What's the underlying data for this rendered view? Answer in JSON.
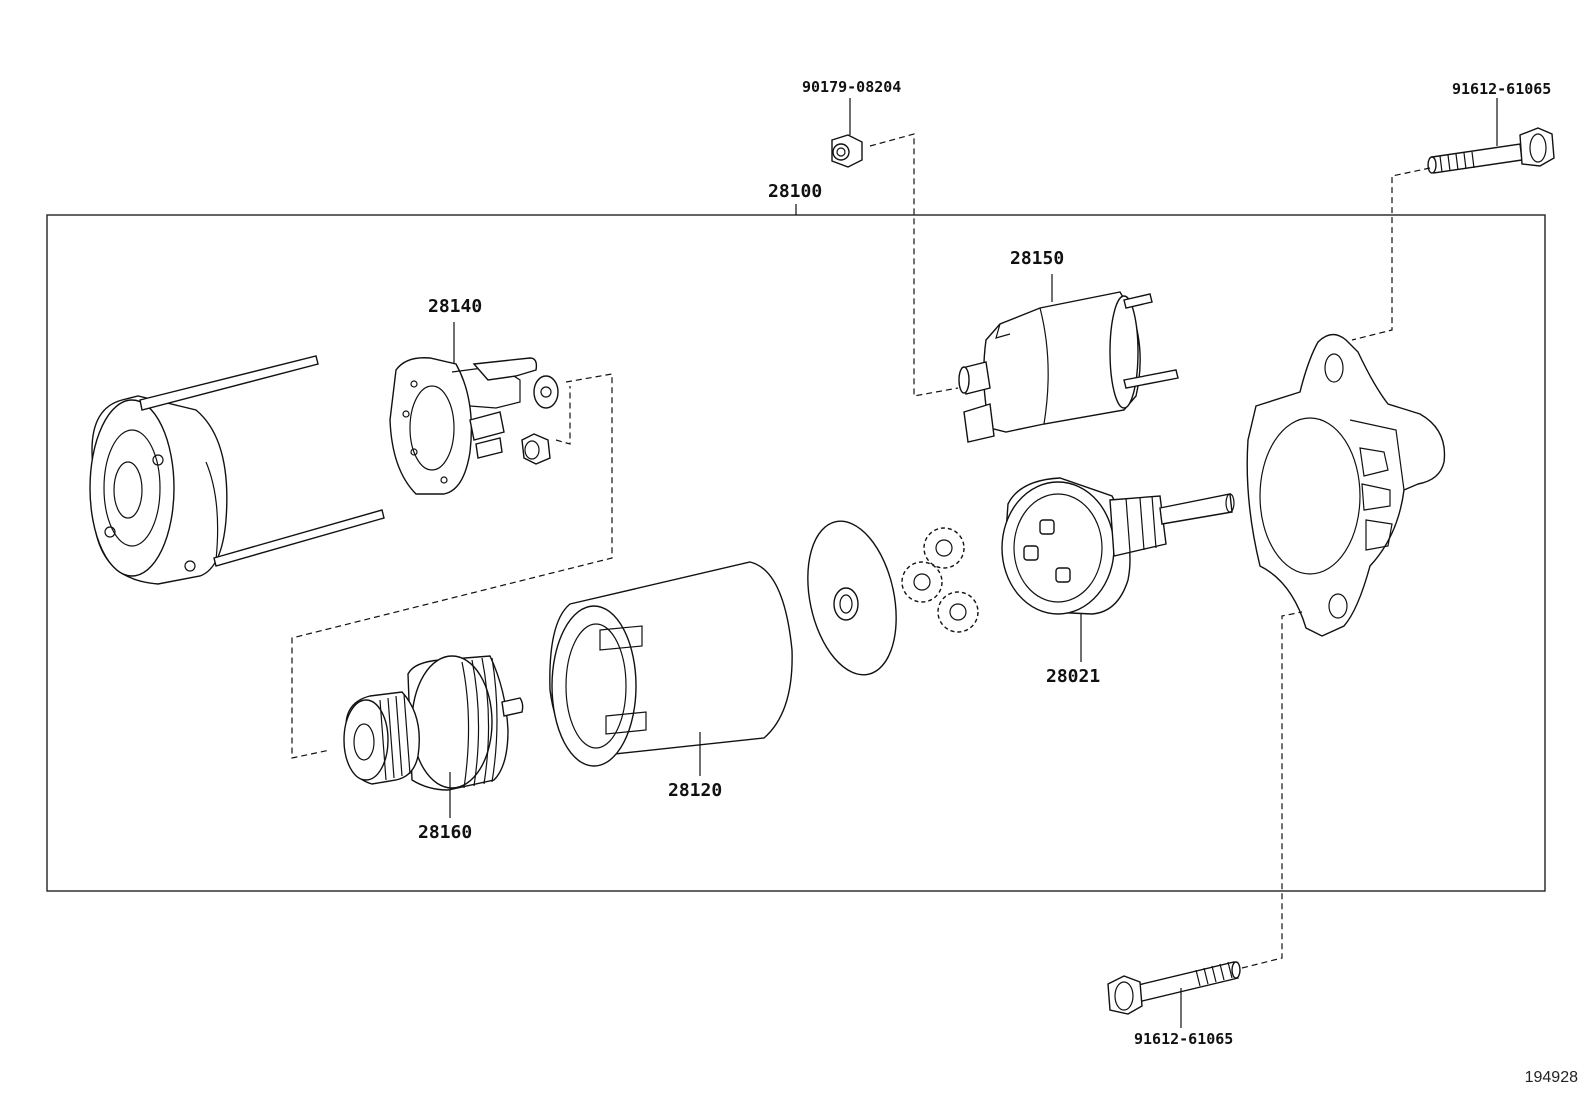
{
  "diagram_id": "194928",
  "assembly": {
    "part_no": "28100"
  },
  "parts": [
    {
      "key": "nut_top",
      "part_no": "90179-08204"
    },
    {
      "key": "bolt_top",
      "part_no": "91612-61065"
    },
    {
      "key": "bolt_bottom",
      "part_no": "91612-61065"
    },
    {
      "key": "brush_holder",
      "part_no": "28140"
    },
    {
      "key": "solenoid",
      "part_no": "28150"
    },
    {
      "key": "clutch",
      "part_no": "28021"
    },
    {
      "key": "yoke",
      "part_no": "28120"
    },
    {
      "key": "armature",
      "part_no": "28160"
    }
  ]
}
